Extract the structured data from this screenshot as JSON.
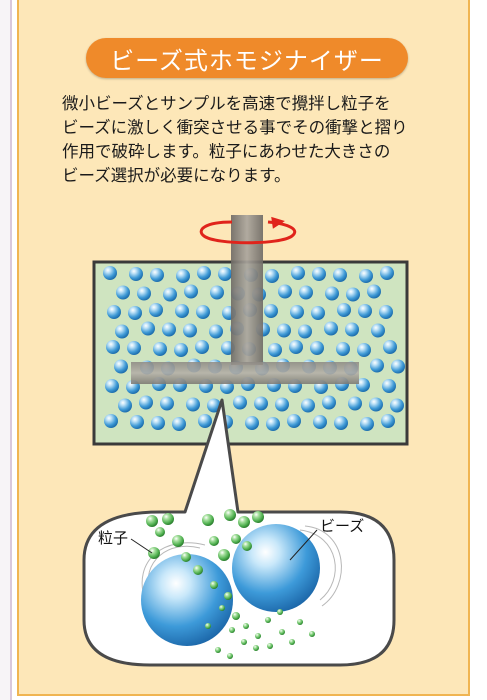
{
  "title": "ビーズ式ホモジナイザー",
  "description": [
    "微小ビーズとサンプルを高速で攪拌し粒子を",
    "ビーズに激しく衝突させる事でその衝撃と摺り",
    "作用で破砕します。粒子にあわせた大きさの",
    "ビーズ選択が必要になります。"
  ],
  "labels": {
    "particle": "粒子",
    "beads": "ビーズ"
  },
  "colors": {
    "panel_bg": "#fde7b8",
    "panel_border": "#f0b552",
    "title_bg": "#ef8a2a",
    "tank_fill": "#cfe4c0",
    "bead_blue": "#3f9ad6",
    "particle_green": "#58b85a",
    "rotation_arrow": "#e0241b"
  },
  "icons": {
    "rotation": "rotation-arrow-icon"
  }
}
